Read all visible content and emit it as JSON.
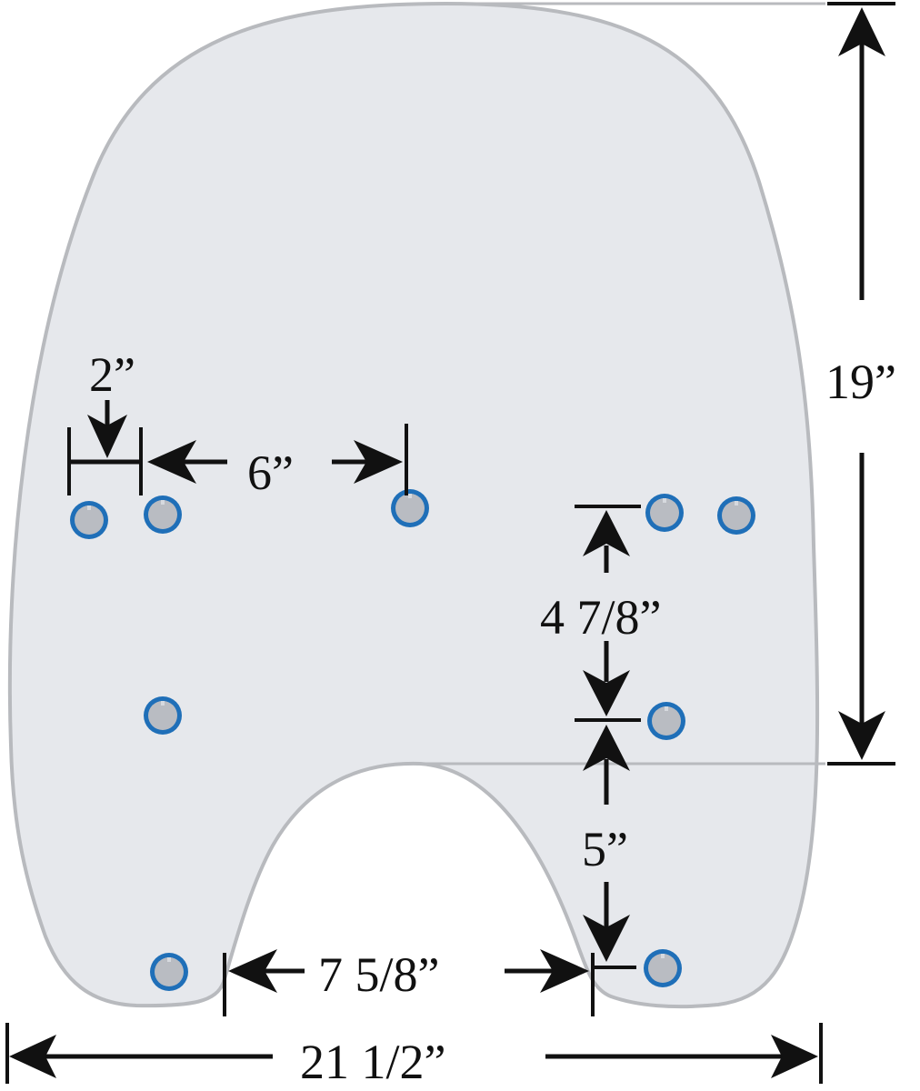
{
  "labels": {
    "total_height": "19”",
    "total_width": "21 1/2”",
    "top_hole_offset": "2”",
    "top_hole_spacing": "6”",
    "right_hole_vertical": "4 7/8”",
    "notch_height": "5”",
    "notch_width": "7 5/8”"
  },
  "colors": {
    "windshield_fill": "#e6e8ec",
    "windshield_outline": "#b8babe",
    "hole_ring": "#1f6fb8",
    "hole_core": "#b9bcc2",
    "dimension_ink": "#111111"
  }
}
